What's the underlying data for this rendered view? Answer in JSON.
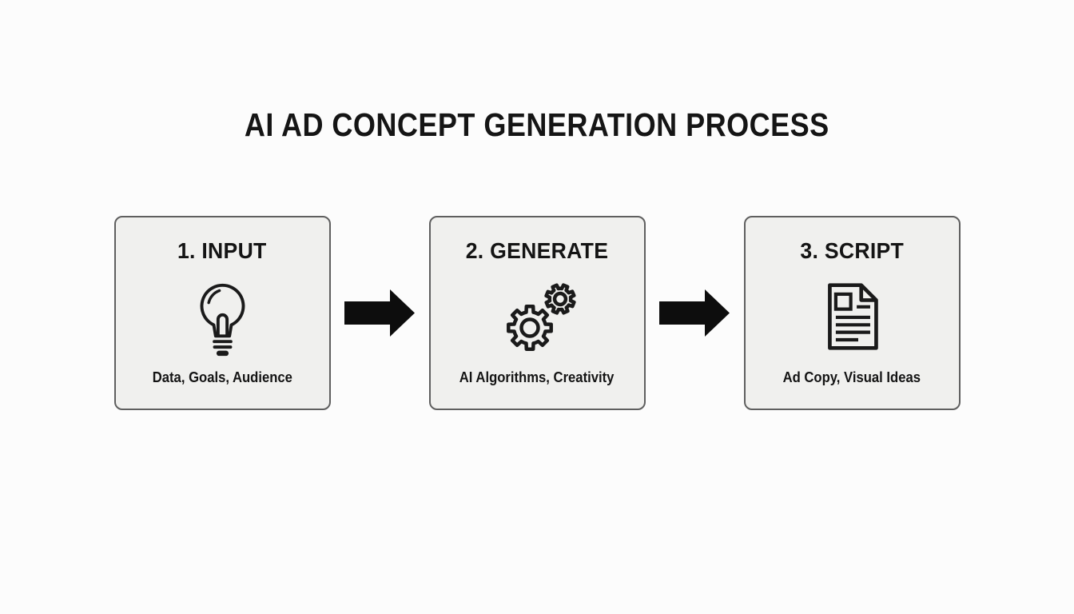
{
  "title": "AI AD CONCEPT GENERATION PROCESS",
  "colors": {
    "page_bg": "#fcfcfc",
    "box_bg": "#f0f0ee",
    "box_border": "#5f5f5f",
    "text": "#1a1a1a",
    "arrow": "#0d0d0d",
    "icon_stroke": "#1a1a1a"
  },
  "steps": [
    {
      "heading": "1. INPUT",
      "icon": "lightbulb-icon",
      "caption": "Data, Goals, Audience"
    },
    {
      "heading": "2. GENERATE",
      "icon": "gears-icon",
      "caption": "AI Algorithms, Creativity"
    },
    {
      "heading": "3. SCRIPT",
      "icon": "document-icon",
      "caption": "Ad Copy, Visual Ideas"
    }
  ],
  "arrow": {
    "name": "right-arrow-icon",
    "direction": "right"
  }
}
